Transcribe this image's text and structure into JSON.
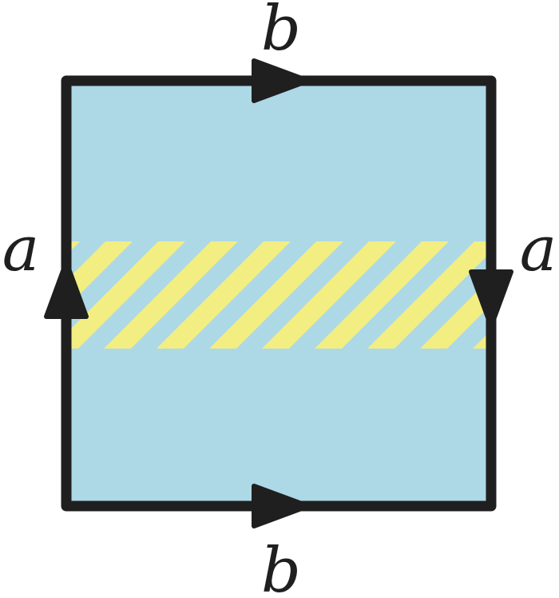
{
  "labels": {
    "top": "b",
    "bottom": "b",
    "left": "a",
    "right": "a"
  },
  "colors": {
    "fill": "#add8e6",
    "stripe": "#f3ee82",
    "edge": "#1f1f1f",
    "background": "#ffffff"
  },
  "edges": {
    "top_arrow": "right",
    "bottom_arrow": "right",
    "left_arrow": "up",
    "right_arrow": "down"
  }
}
